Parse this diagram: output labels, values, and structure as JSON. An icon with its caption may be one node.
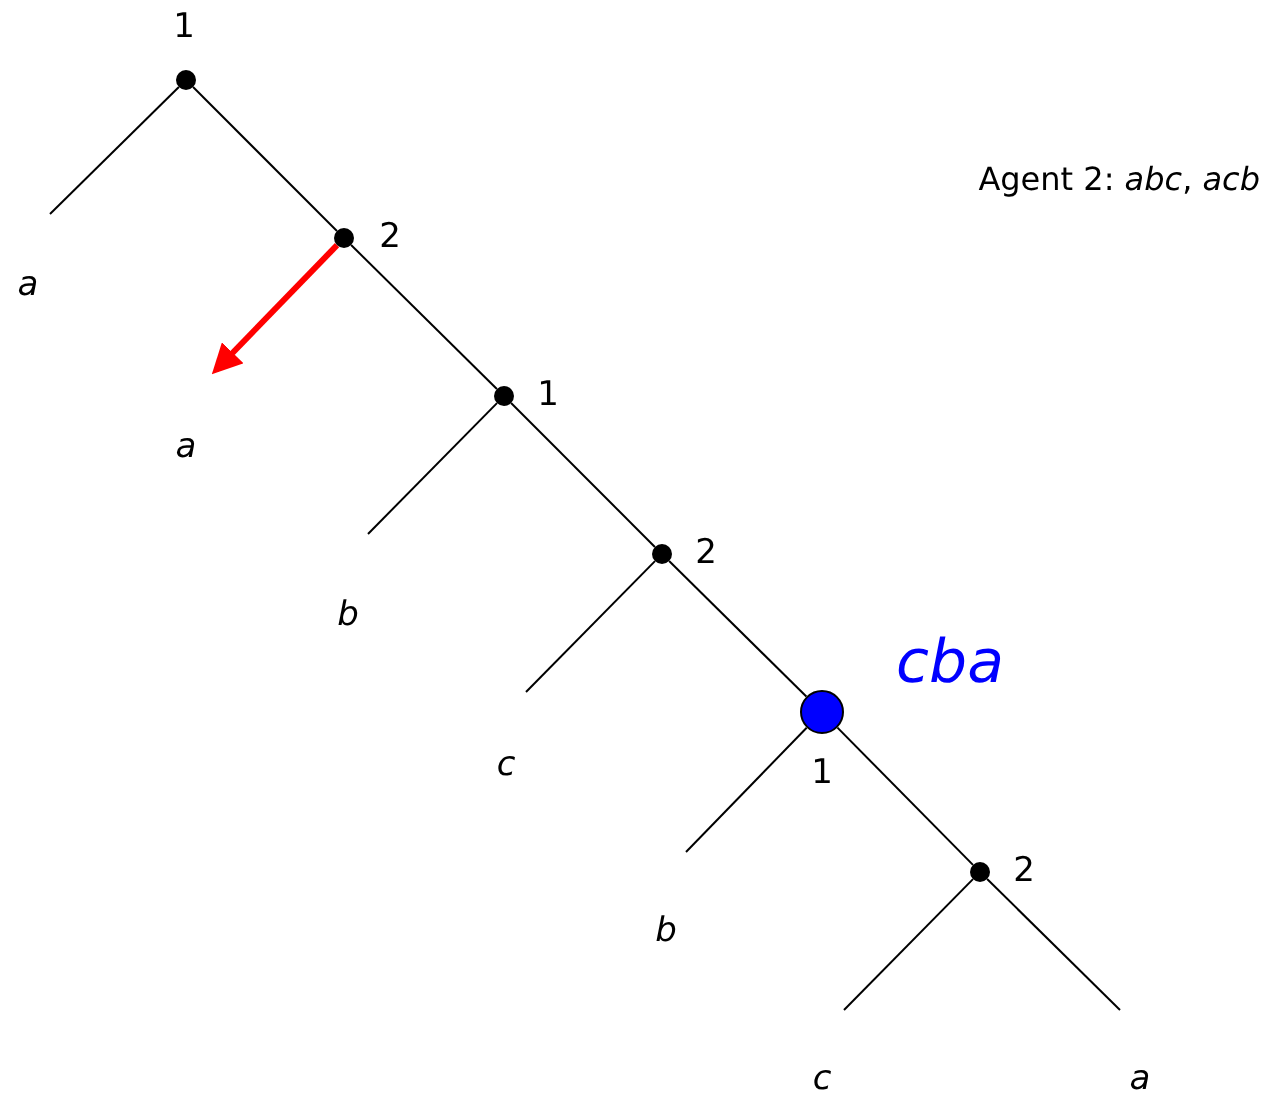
{
  "diagram": {
    "nodes": [
      {
        "text": [],
        "shape": "circle",
        "beside": [
          "1"
        ]
      },
      {
        "text": [
          "a"
        ]
      },
      {
        "text": [],
        "shape": "circle",
        "beside": [
          "2"
        ]
      },
      {
        "text": [
          "a"
        ]
      },
      {
        "text": [],
        "shape": "circle",
        "beside": [
          "1"
        ]
      },
      {
        "text": [
          "b"
        ]
      },
      {
        "text": [],
        "shape": "circle",
        "beside": [
          "2"
        ]
      },
      {
        "text": [
          "c"
        ]
      },
      {
        "text": [],
        "shape": "circle",
        "beside": [
          "1",
          "cba"
        ]
      },
      {
        "text": [
          "b"
        ]
      },
      {
        "text": [],
        "shape": "circle",
        "beside": [
          "2"
        ]
      },
      {
        "text": [
          "c"
        ]
      },
      {
        "text": [
          "a"
        ]
      }
    ],
    "edges": [
      {
        "from": 0,
        "to": 1,
        "arrow": "none"
      },
      {
        "from": 0,
        "to": 2,
        "arrow": "none"
      },
      {
        "from": 2,
        "to": 3,
        "arrow": "to",
        "style": "thick",
        "color": "#ff0000"
      },
      {
        "from": 2,
        "to": 4,
        "arrow": "none"
      },
      {
        "from": 4,
        "to": 5,
        "arrow": "none"
      },
      {
        "from": 4,
        "to": 6,
        "arrow": "none"
      },
      {
        "from": 6,
        "to": 7,
        "arrow": "none"
      },
      {
        "from": 6,
        "to": 8,
        "arrow": "none"
      },
      {
        "from": 8,
        "to": 9,
        "arrow": "none"
      },
      {
        "from": 8,
        "to": 10,
        "arrow": "none"
      },
      {
        "from": 10,
        "to": 11,
        "arrow": "none"
      },
      {
        "from": 10,
        "to": 12,
        "arrow": "none"
      }
    ],
    "labels": [
      "Agent 2: *abc*, *acb*"
    ]
  }
}
